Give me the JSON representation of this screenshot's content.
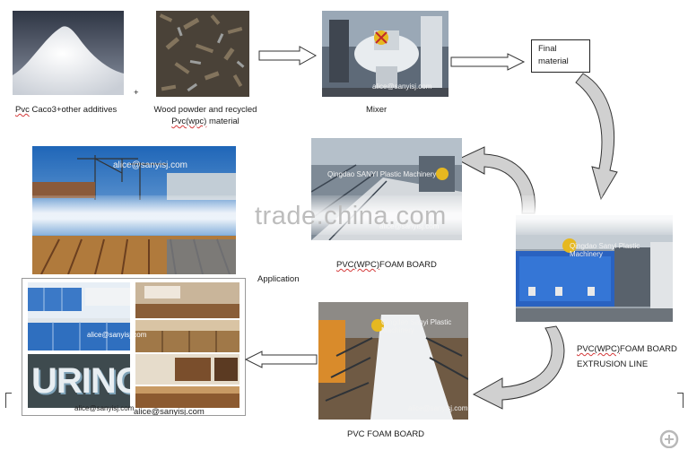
{
  "steps": {
    "pvc_caption_prefix": "Pvc",
    "pvc_caption_rest": " Caco3+other additives",
    "plus": "+",
    "wood_caption_line1": "Wood powder and recycled",
    "wood_caption_line2_a": "Pvc(wpc)",
    "wood_caption_line2_b": " material",
    "mixer_caption": "Mixer",
    "final_line1": "Final",
    "final_line2": "material",
    "application_caption": "Application",
    "foam_board_wpc_a": "PVC(WPC)",
    "foam_board_wpc_b": "FOAM BOARD",
    "extrusion_line1_a": "PVC(WPC)",
    "extrusion_line1_b": "FOAM   BOARD",
    "extrusion_line2": "EXTRUSION LINE",
    "pvc_foam_board": "PVC FOAM BOARD"
  },
  "watermarks": {
    "email_alice": "alice@sanyisj.com",
    "company": "Qingdao Sanyi Plastic Machinery",
    "company_alt": "Qingdao SANYI Plastic Machinery",
    "site": "trade.china.com"
  },
  "sign": {
    "uring": "URING"
  },
  "colors": {
    "arrow_fill": "#d9d9d9",
    "arrow_stroke": "#333333",
    "curve_fill": "#d0d0d0",
    "machine_blue": "#2a62c0"
  }
}
